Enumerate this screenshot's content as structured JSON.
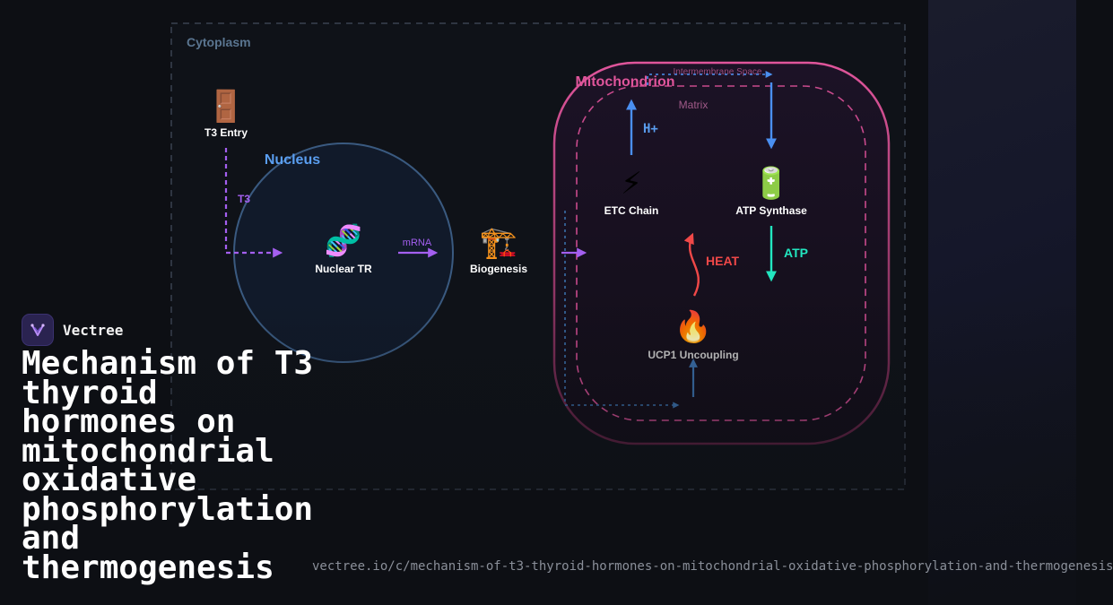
{
  "diagram": {
    "cytoplasm_label": "Cytoplasm",
    "nucleus_label": "Nucleus",
    "mitochondrion_label": "Mitochondrion",
    "intermembrane_label": "Intermembrane Space",
    "matrix_label": "Matrix",
    "nodes": {
      "t3_entry": {
        "label": "T3 Entry",
        "icon": "door-icon"
      },
      "nuclear_tr": {
        "label": "Nuclear TR",
        "icon": "dna-icon"
      },
      "biogenesis": {
        "label": "Biogenesis",
        "icon": "construction-crane-icon"
      },
      "etc_chain": {
        "label": "ETC Chain",
        "icon": "lightning-icon"
      },
      "atp_synthase": {
        "label": "ATP Synthase",
        "icon": "battery-icon"
      },
      "ucp1": {
        "label": "UCP1 Uncoupling",
        "icon": "fire-icon"
      }
    },
    "edge_labels": {
      "t3": "T3",
      "mrna": "mRNA",
      "h_plus": "H+",
      "atp": "ATP",
      "heat": "HEAT"
    },
    "colors": {
      "purple": "#a45ff0",
      "blue": "#4a8ff0",
      "teal": "#22e6c0",
      "red": "#f04848",
      "pink": "#e0559b",
      "nucleus": "#6a9fd8"
    }
  },
  "brand": {
    "name": "Vectree"
  },
  "title": "Mechanism of T3 thyroid hormones on mitochondrial oxidative phosphorylation and thermogenesis",
  "url": "vectree.io/c/mechanism-of-t3-thyroid-hormones-on-mitochondrial-oxidative-phosphorylation-and-thermogenesis"
}
